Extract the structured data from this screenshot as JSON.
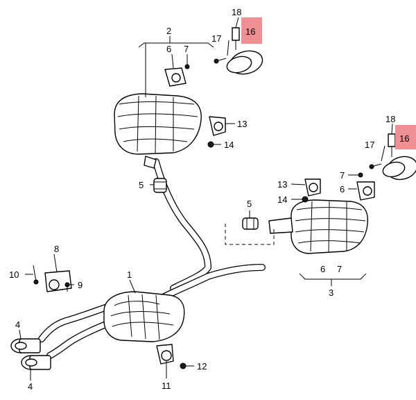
{
  "diagram": {
    "highlight_color": "#ef8f94",
    "labels": {
      "p1": "1",
      "p2": "2",
      "p3": "3",
      "p4_top": "4",
      "p4_bottom": "4",
      "p5_left": "5",
      "p5_right": "5",
      "p6_left": "6",
      "p6_right": "6",
      "p6_bottom": "6",
      "p7_left": "7",
      "p7_right": "7",
      "p7_bottom": "7",
      "p8": "8",
      "p9": "9",
      "p10": "10",
      "p11": "11",
      "p12": "12",
      "p13_left": "13",
      "p13_right": "13",
      "p14_left": "14",
      "p14_right": "14",
      "p16_top": "16",
      "p16_right": "16",
      "p17_top": "17",
      "p17_right": "17",
      "p18_top": "18",
      "p18_right": "18"
    }
  }
}
